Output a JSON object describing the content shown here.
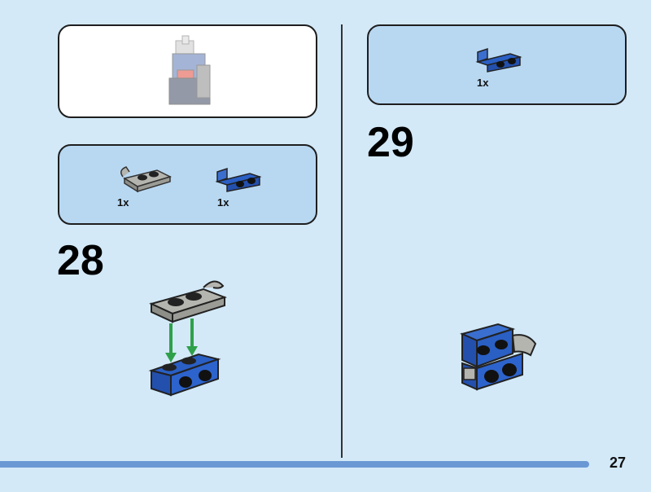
{
  "steps": [
    {
      "number": "28",
      "parts": [
        {
          "qty": "1x",
          "color": "light-gray",
          "part": "plate-1x2-with-clip"
        },
        {
          "qty": "1x",
          "color": "blue",
          "part": "bracket-1x2"
        }
      ]
    },
    {
      "number": "29",
      "parts": [
        {
          "qty": "1x",
          "color": "blue",
          "part": "bracket-1x2"
        }
      ]
    }
  ],
  "page_number": "27",
  "colors": {
    "background": "#d3e9f8",
    "parts_panel": "#b8d8f2",
    "blue_brick": "#2a5fc4",
    "gray_brick": "#a9a9a4",
    "arrow": "#2fa04a",
    "bottom_bar": "#6a98d4"
  }
}
